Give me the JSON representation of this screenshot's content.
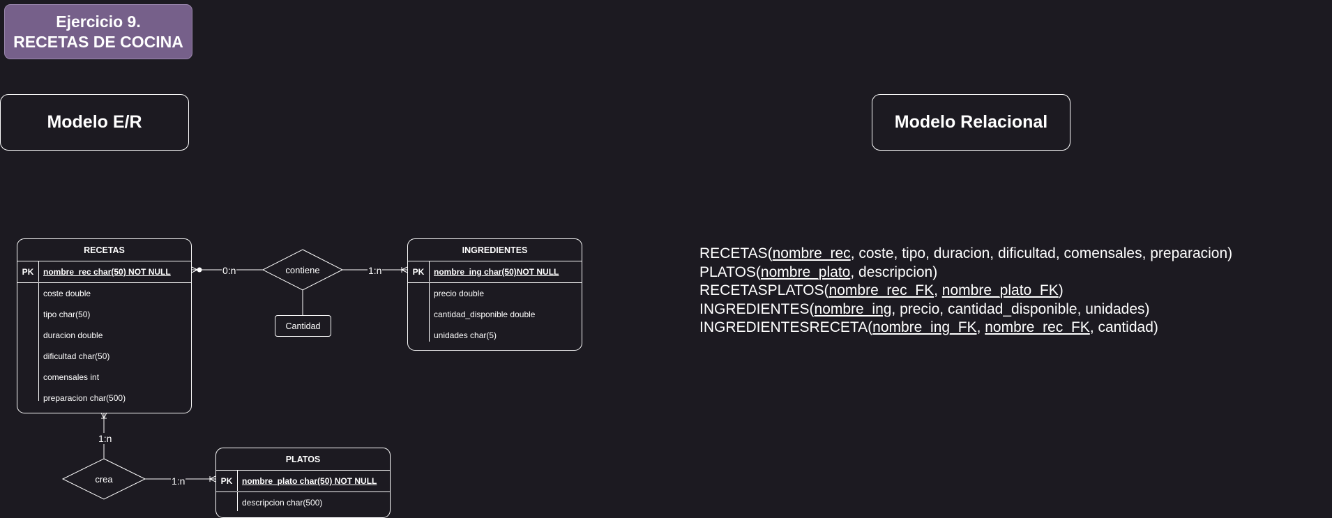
{
  "title": {
    "line1": "Ejercicio 9.",
    "line2": "RECETAS DE COCINA"
  },
  "sections": {
    "er": "Modelo E/R",
    "relational": "Modelo Relacional"
  },
  "entities": {
    "recetas": {
      "name": "RECETAS",
      "pk_label": "PK",
      "pk": "nombre_rec char(50) NOT NULL",
      "attributes": [
        "coste double",
        "tipo char(50)",
        "duracion double",
        "dificultad char(50)",
        "comensales int",
        "preparacion char(500)"
      ]
    },
    "ingredientes": {
      "name": "INGREDIENTES",
      "pk_label": "PK",
      "pk": "nombre_ing char(50)NOT NULL",
      "attributes": [
        "precio double",
        "cantidad_disponible double",
        "unidades char(5)"
      ]
    },
    "platos": {
      "name": "PLATOS",
      "pk_label": "PK",
      "pk": "nombre_plato char(50) NOT NULL",
      "attributes": [
        "descripcion char(500)"
      ]
    }
  },
  "relationships": {
    "contiene": {
      "label": "contiene",
      "card_left": "0:n",
      "card_right": "1:n",
      "attribute": "Cantidad"
    },
    "crea": {
      "label": "crea",
      "card_top": "1:n",
      "card_right": "1:n"
    }
  },
  "relational_model": [
    {
      "table": "RECETAS",
      "parts": [
        {
          "text": "nombre_rec",
          "key": true
        },
        {
          "text": ", coste, tipo, duracion, dificultad, comensales, preparacion",
          "key": false
        }
      ]
    },
    {
      "table": "PLATOS",
      "parts": [
        {
          "text": "nombre_plato",
          "key": true
        },
        {
          "text": ", descripcion",
          "key": false
        }
      ]
    },
    {
      "table": "RECETASPLATOS",
      "parts": [
        {
          "text": "nombre_rec_FK",
          "key": true
        },
        {
          "text": ", ",
          "key": false
        },
        {
          "text": "nombre_plato_FK",
          "key": true
        }
      ]
    },
    {
      "table": "INGREDIENTES",
      "parts": [
        {
          "text": "nombre_ing",
          "key": true
        },
        {
          "text": ", precio, cantidad_disponible, unidades",
          "key": false
        }
      ]
    },
    {
      "table": "INGREDIENTESRECETA",
      "parts": [
        {
          "text": "nombre_ing_FK",
          "key": true
        },
        {
          "text": ", ",
          "key": false
        },
        {
          "text": "nombre_rec_FK",
          "key": true
        },
        {
          "text": ", cantidad",
          "key": false
        }
      ]
    }
  ]
}
